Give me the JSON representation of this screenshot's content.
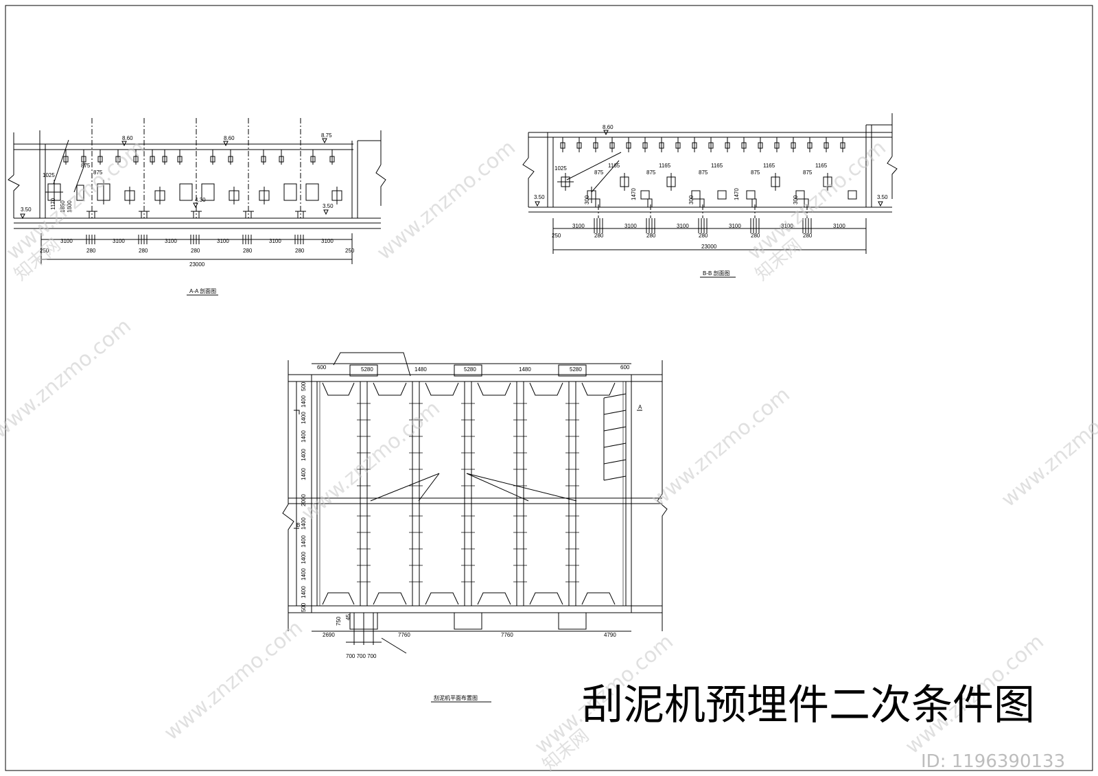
{
  "drawing_title": "刮泥机预埋件二次条件图",
  "watermark": {
    "brand": "知末网",
    "site": "www.znzmo.com",
    "id_label": "ID: 1196390133"
  },
  "section_aa": {
    "caption": "A-A 剖面图",
    "elevation_top": "8.60",
    "elevation_top_right": "8.75",
    "elevation_left": "3.50",
    "elevation_bottom_right": "3.50",
    "elevation_mid": "4.30",
    "dim_1025": "1025",
    "dim_875a": "875",
    "dim_875b": "875",
    "dim_1170": "1170",
    "dim_1850": "1850",
    "dim_1800": "1800",
    "bay_dims": [
      "3100",
      "3100",
      "3100",
      "3100",
      "3100",
      "3100"
    ],
    "sub_dims": [
      "250",
      "280",
      "280",
      "280",
      "280",
      "280",
      "250"
    ],
    "total": "23000"
  },
  "section_bb": {
    "caption": "B-B 剖面图",
    "elevation_top": "8.60",
    "elevation_left": "3.50",
    "elevation_right": "3.50",
    "dim_1025": "1025",
    "dim_875": "875",
    "dim_1165": "1165",
    "dim_1470": "1470",
    "dim_300": "300",
    "bay_dims": [
      "3100",
      "3100",
      "3100",
      "3100",
      "3100",
      "3100"
    ],
    "sub_dims": [
      "250",
      "280",
      "280",
      "280",
      "280",
      "280"
    ],
    "total": "23000"
  },
  "plan": {
    "caption": "刮泥机平面布置图",
    "top_dims": [
      "600",
      "5280",
      "1480",
      "5280",
      "1480",
      "5280",
      "600"
    ],
    "left_dims": [
      "500",
      "1400",
      "1400",
      "1400",
      "1400",
      "1400",
      "2000",
      "1400",
      "1400",
      "1400",
      "1400",
      "1400",
      "500"
    ],
    "bottom_dims": [
      "2690",
      "7760",
      "7760",
      "4790"
    ],
    "sub_bottom": "700 700 700",
    "dim_750": "750",
    "dim_45": "45",
    "section_mark_a": "A",
    "section_mark_b": "B"
  }
}
